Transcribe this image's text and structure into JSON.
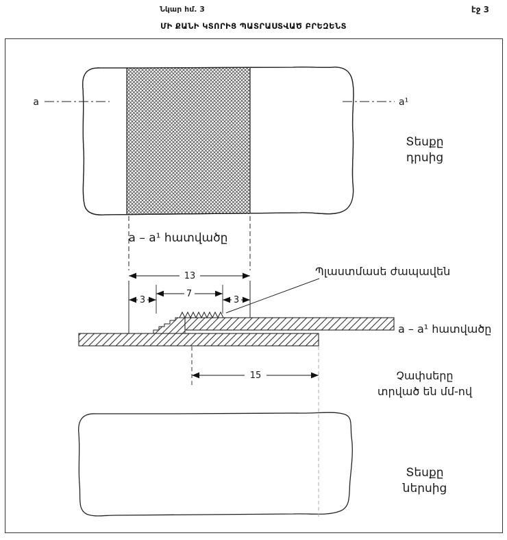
{
  "header": {
    "figure_caption": "Նկար հմ. 3",
    "page_number": "էջ 3",
    "title": "ՄԻ ՔԱՆԻ ԿՏՈՐԻՑ ՊԱՏՐԱՍՏՎԱԾ ԲՐԵԶԵՆՏ"
  },
  "labels": {
    "axis_left": "a",
    "axis_right": "a¹",
    "view_outside_line1": "Տեսքը",
    "view_outside_line2": "դրսից",
    "section_top": "a – a¹ հատվածը",
    "section_right": "a – a¹ հատվածը",
    "tape_callout": "Պլաստմասե ժապավեն",
    "units_note_line1": "Չափսերը",
    "units_note_line2": "տրված են մմ-ով",
    "view_inside_line1": "Տեսքը",
    "view_inside_line2": "ներսից"
  },
  "dimensions": {
    "patch_width": "13",
    "tape_width": "7",
    "margin_left": "3",
    "margin_right": "3",
    "overlap_length": "15"
  },
  "colors": {
    "ink": "#1a1a1a",
    "hatch": "#444444",
    "faint_guide": "#aaaaaa"
  }
}
